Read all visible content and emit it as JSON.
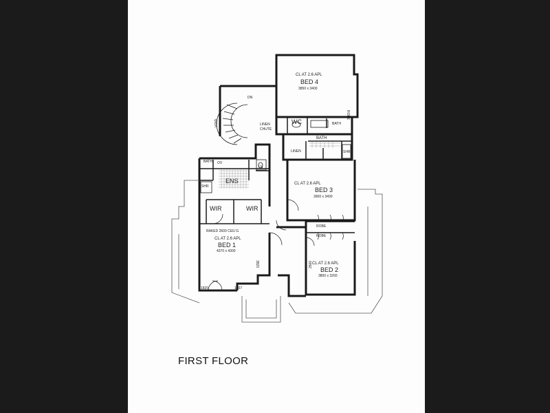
{
  "title": "FIRST FLOOR",
  "rooms": {
    "bed4": {
      "ceiling": "CL AT 2.6 APL",
      "name": "BED 4",
      "dims": "3850 x 3400"
    },
    "bed3": {
      "ceiling": "CL AT 2.6 APL",
      "name": "BED 3",
      "dims": "3900 x 3400"
    },
    "bed2": {
      "ceiling": "CL AT 2.6 APL",
      "name": "BED 2",
      "dims": "3800 x 3260"
    },
    "bed1": {
      "ceiling": "CL AT 2.6 APL",
      "name": "BED 1",
      "dims": "4370 x 4300",
      "raked": "RAKED 2600 CEIL'G"
    },
    "wc": "WC",
    "bath": "BATH",
    "bath_small": "BATH",
    "ens": "ENS",
    "wir_left": "WIR",
    "wir_right": "WIR",
    "linen": "LINEN",
    "linen_chute": [
      "LINEN",
      "CHUTE"
    ],
    "robe": "ROBE",
    "robe2": "ROBE",
    "shr": "SHR",
    "shr2": "SHR",
    "dn": "DN",
    "ov": "OV",
    "void": "VOID",
    "ln": "LN",
    "dim_3820": "3820",
    "dim_2500": "2500",
    "dim_1820": "1820",
    "dim_1207": "1207"
  }
}
